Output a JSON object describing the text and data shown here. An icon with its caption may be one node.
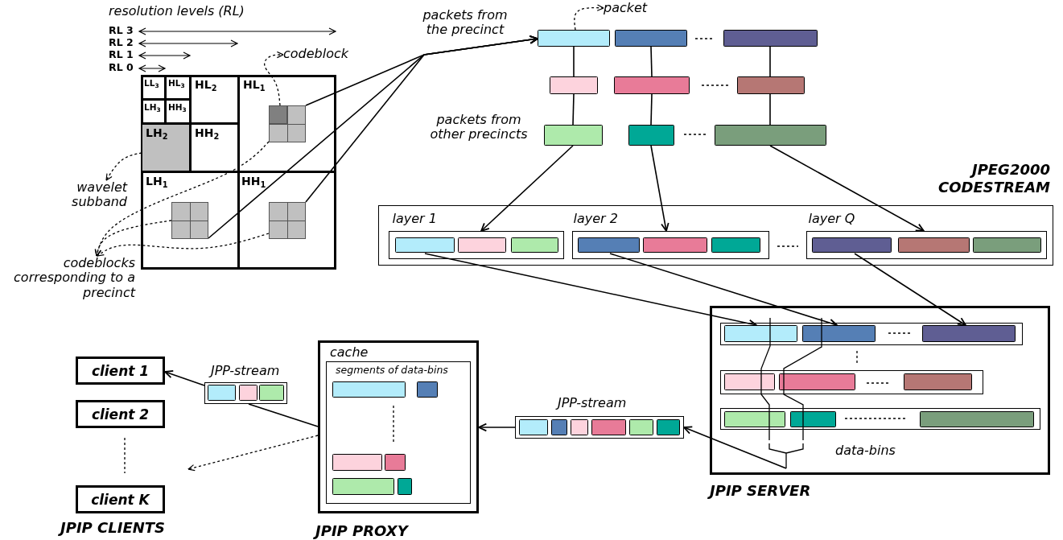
{
  "diagram": {
    "nodes": [
      {
        "text": [],
        "shape": "box"
      },
      {
        "text": [
          "LL$_{3}$"
        ],
        "in": 0
      },
      {
        "text": [
          "HL$_{3}$"
        ],
        "in": 0
      },
      {
        "text": [
          "LH$_{3}$"
        ],
        "in": 0
      },
      {
        "text": [
          "HH$_{3}$"
        ],
        "in": 0
      },
      {
        "text": [
          "HL$_{2}$"
        ],
        "in": 0
      },
      {
        "text": [
          "LH$_{2}$"
        ],
        "in": 0
      },
      {
        "text": [
          "HH$_{2}$"
        ],
        "in": 0
      },
      {
        "text": [
          "HL$_{1}$"
        ],
        "in": 0
      },
      {
        "text": [
          "LH$_{1}$"
        ],
        "in": 0
      },
      {
        "text": [
          "HH$_{1}$"
        ],
        "in": 0
      },
      {
        "text": [],
        "shape": "box",
        "in": 8
      },
      {
        "text": [],
        "shape": "box",
        "in": 11
      },
      {
        "text": [],
        "shape": "box",
        "in": 9
      },
      {
        "text": [],
        "shape": "box",
        "in": 10
      },
      {
        "text": [
          "codeblock"
        ]
      },
      {
        "text": [
          "wavelet subband"
        ]
      },
      {
        "text": [
          "codeblocks corresponding to a precinct"
        ]
      },
      {
        "text": [
          "packet"
        ]
      },
      {
        "text": [],
        "shape": "bar"
      },
      {
        "text": [],
        "shape": "bar"
      },
      {
        "text": [],
        "shape": "bar"
      },
      {
        "text": [],
        "shape": "bar"
      },
      {
        "text": [],
        "shape": "bar"
      },
      {
        "text": [],
        "shape": "bar"
      },
      {
        "text": [],
        "shape": "bar"
      },
      {
        "text": [],
        "shape": "bar"
      },
      {
        "text": [],
        "shape": "bar"
      },
      {
        "text": [
          "JPEG2000 CODESTREAM"
        ]
      },
      {
        "text": [
          "layer 1"
        ],
        "in": 28
      },
      {
        "text": [],
        "shape": "bar",
        "in": 29
      },
      {
        "text": [],
        "shape": "bar",
        "in": 29
      },
      {
        "text": [],
        "shape": "bar",
        "in": 29
      },
      {
        "text": [
          "layer 2"
        ],
        "in": 28
      },
      {
        "text": [],
        "shape": "bar",
        "in": 33
      },
      {
        "text": [],
        "shape": "bar",
        "in": 33
      },
      {
        "text": [],
        "shape": "bar",
        "in": 33
      },
      {
        "text": [
          "layer Q"
        ],
        "in": 28
      },
      {
        "text": [],
        "shape": "bar",
        "in": 37
      },
      {
        "text": [],
        "shape": "bar",
        "in": 37
      },
      {
        "text": [],
        "shape": "bar",
        "in": 37
      },
      {
        "text": [
          "JPIP SERVER"
        ]
      },
      {
        "text": [],
        "shape": "box",
        "in": 41
      },
      {
        "text": [],
        "shape": "bar",
        "in": 42
      },
      {
        "text": [],
        "shape": "bar",
        "in": 42
      },
      {
        "text": [],
        "shape": "bar",
        "in": 42
      },
      {
        "text": [],
        "shape": "box",
        "in": 41
      },
      {
        "text": [],
        "shape": "bar",
        "in": 46
      },
      {
        "text": [],
        "shape": "bar",
        "in": 46
      },
      {
        "text": [],
        "shape": "bar",
        "in": 46
      },
      {
        "text": [],
        "shape": "box",
        "in": 41
      },
      {
        "text": [],
        "shape": "bar",
        "in": 50
      },
      {
        "text": [],
        "shape": "bar",
        "in": 50
      },
      {
        "text": [],
        "shape": "bar",
        "in": 50
      },
      {
        "text": [
          "data-bins"
        ],
        "in": 41
      },
      {
        "text": [
          "JPP-stream"
        ]
      },
      {
        "text": [],
        "shape": "bar",
        "in": 55
      },
      {
        "text": [],
        "shape": "bar",
        "in": 55
      },
      {
        "text": [],
        "shape": "bar",
        "in": 55
      },
      {
        "text": [],
        "shape": "bar",
        "in": 55
      },
      {
        "text": [],
        "shape": "bar",
        "in": 55
      },
      {
        "text": [],
        "shape": "bar",
        "in": 55
      },
      {
        "text": [
          "cache",
          "JPIP PROXY"
        ]
      },
      {
        "text": [
          "segments of data-bins"
        ],
        "in": 62
      },
      {
        "text": [],
        "shape": "bar",
        "in": 63
      },
      {
        "text": [],
        "shape": "bar",
        "in": 63
      },
      {
        "text": [],
        "shape": "bar",
        "in": 63
      },
      {
        "text": [],
        "shape": "bar",
        "in": 63
      },
      {
        "text": [],
        "shape": "bar",
        "in": 63
      },
      {
        "text": [],
        "shape": "bar",
        "in": 63
      },
      {
        "text": [
          "JPP-stream"
        ]
      },
      {
        "text": [],
        "shape": "bar",
        "in": 70
      },
      {
        "text": [],
        "shape": "bar",
        "in": 70
      },
      {
        "text": [],
        "shape": "bar",
        "in": 70
      },
      {
        "text": [
          "client 1"
        ]
      },
      {
        "text": [
          "client 2"
        ]
      },
      {
        "text": [
          "client K"
        ]
      }
    ],
    "edges": [
      {
        "from": 12,
        "to": 15,
        "arrow": "to",
        "style": "dashed"
      },
      {
        "from": 6,
        "to": 16,
        "arrow": "to",
        "style": "dashed"
      },
      {
        "from": 11,
        "to": 17,
        "arrow": "to",
        "style": "dashed"
      },
      {
        "from": 13,
        "to": 17,
        "arrow": "to",
        "style": "dashed"
      },
      {
        "from": 14,
        "to": 17,
        "arrow": "to",
        "style": "dashed"
      },
      {
        "from": 11,
        "to": 19,
        "arrow": "to"
      },
      {
        "from": 13,
        "to": 19,
        "arrow": "to"
      },
      {
        "from": 14,
        "to": 19,
        "arrow": "to"
      },
      {
        "from": 19,
        "to": 18,
        "arrow": "to",
        "style": "dashed"
      },
      {
        "from": 19,
        "to": 22,
        "arrow": "none"
      },
      {
        "from": 22,
        "to": 25,
        "arrow": "none"
      },
      {
        "from": 20,
        "to": 23,
        "arrow": "none"
      },
      {
        "from": 23,
        "to": 26,
        "arrow": "none"
      },
      {
        "from": 21,
        "to": 24,
        "arrow": "none"
      },
      {
        "from": 24,
        "to": 27,
        "arrow": "none"
      },
      {
        "from": 25,
        "to": 29,
        "arrow": "to"
      },
      {
        "from": 26,
        "to": 33,
        "arrow": "to"
      },
      {
        "from": 27,
        "to": 37,
        "arrow": "to"
      },
      {
        "from": 30,
        "to": 43,
        "arrow": "to"
      },
      {
        "from": 34,
        "to": 44,
        "arrow": "to"
      },
      {
        "from": 38,
        "to": 45,
        "arrow": "to"
      },
      {
        "from": 54,
        "to": 55,
        "arrow": "to"
      },
      {
        "from": 55,
        "to": 62,
        "arrow": "to"
      },
      {
        "from": 62,
        "to": 70,
        "arrow": "none"
      },
      {
        "from": 70,
        "to": 74,
        "arrow": "to"
      },
      {
        "from": 62,
        "to": null,
        "arrow": "to",
        "style": "dashed"
      }
    ],
    "labels": [
      "resolution levels (RL)",
      "RL 3",
      "RL 2",
      "RL 1",
      "RL 0",
      "packets from the precinct",
      "packets from other precincts",
      "JPIP CLIENTS"
    ]
  }
}
